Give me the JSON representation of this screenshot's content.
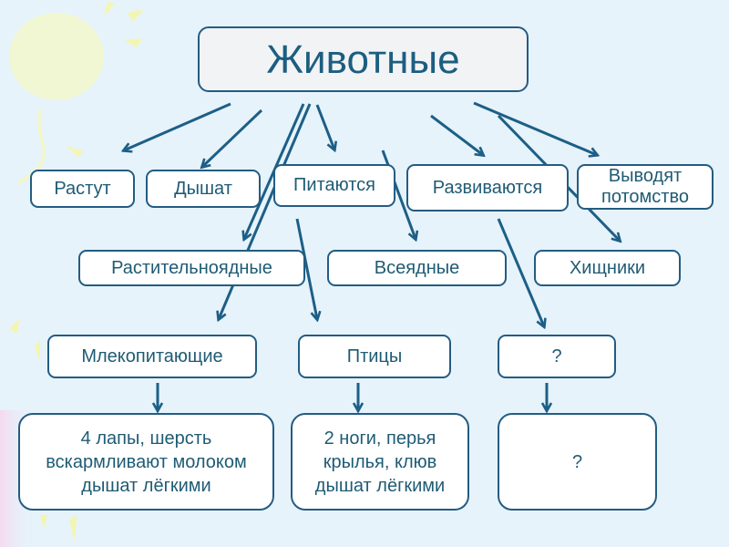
{
  "diagram": {
    "root": "Животные",
    "level1": [
      "Растут",
      "Дышат",
      "Питаются",
      "Развиваются",
      "Выводят\nпотомство"
    ],
    "feeding_types": [
      "Растительноядные",
      "Всеядные",
      "Хищники"
    ],
    "classes": [
      "Млекопитающие",
      "Птицы",
      "?"
    ],
    "descriptions": [
      "4 лапы, шерсть\nвскармливают молоком\nдышат лёгкими",
      "2 ноги, перья\nкрылья, клюв\nдышат лёгкими",
      "?"
    ]
  },
  "colors": {
    "background": "#e6f3fb",
    "border": "#245c82",
    "arrow": "#1d5f86",
    "text": "#1f5b74",
    "root_fill": "#f2f3f5",
    "decoration": "#f7f9b8"
  }
}
